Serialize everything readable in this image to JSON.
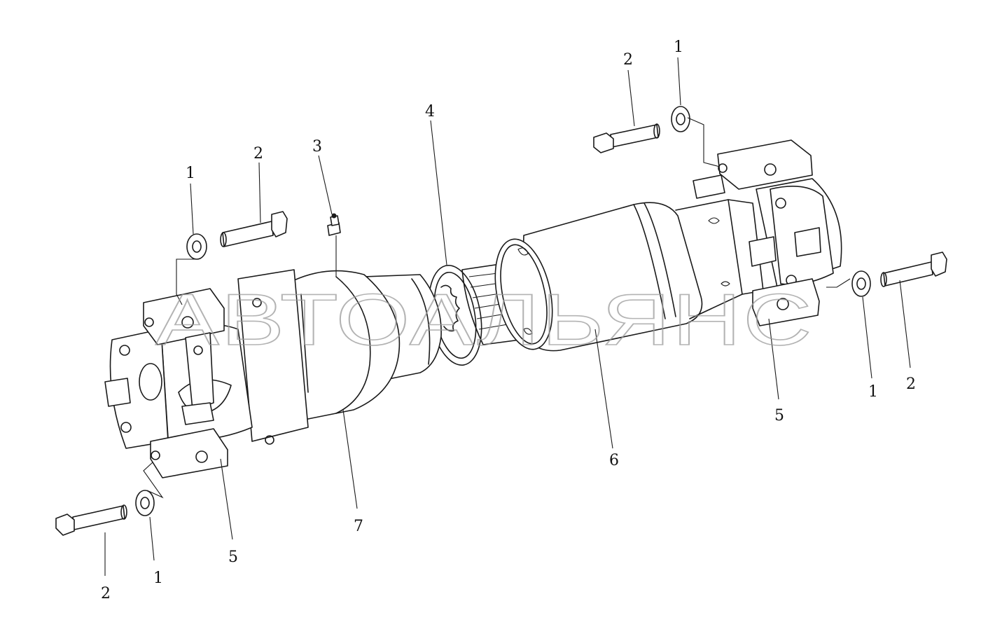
{
  "watermark": "АВТОАЛЬЯНС",
  "callouts": {
    "left_bolt_top": "2",
    "left_washer_top": "1",
    "grease_fitting": "3",
    "seal_ring": "4",
    "right_bolt_top": "2",
    "right_washer_top": "1",
    "right_washer_low": "1",
    "right_bolt_low": "2",
    "right_yoke": "5",
    "spline_shaft": "6",
    "left_yoke": "5",
    "sleeve_yoke": "7",
    "left_bolt_low": "2",
    "left_washer_low": "1"
  }
}
